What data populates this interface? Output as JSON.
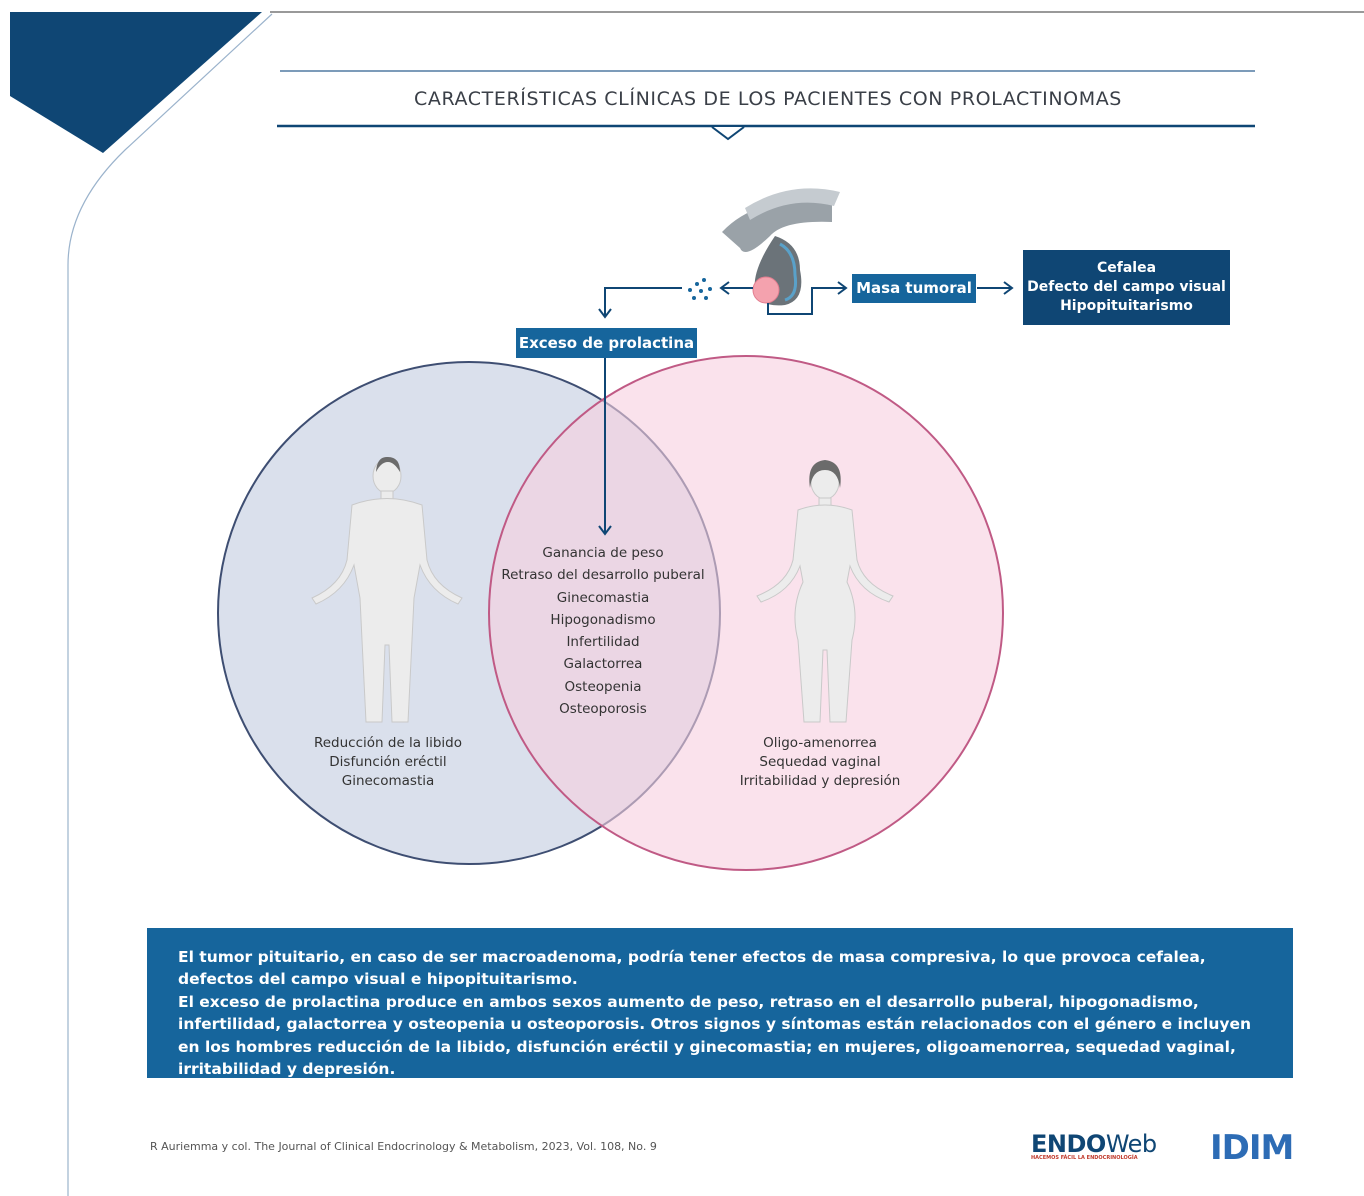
{
  "title": "CARACTERÍSTICAS CLÍNICAS DE LOS PACIENTES CON PROLACTINOMAS",
  "labels": {
    "mass": "Masa tumoral",
    "prolactin": "Exceso de prolactina"
  },
  "mass_effects": [
    "Cefalea",
    "Defecto del campo visual",
    "Hipopituitarismo"
  ],
  "shared_effects": [
    "Ganancia de peso",
    "Retraso del desarrollo puberal",
    "Ginecomastia",
    "Hipogonadismo",
    "Infertilidad",
    "Galactorrea",
    "Osteopenia",
    "Osteoporosis"
  ],
  "male_effects": [
    "Reducción de la libido",
    "Disfunción eréctil",
    "Ginecomastia"
  ],
  "female_effects": [
    "Oligo-amenorrea",
    "Sequedad vaginal",
    "Irritabilidad y depresión"
  ],
  "summary": {
    "p1": "El tumor pituitario, en caso de ser macroadenoma, podría tener efectos de masa compresiva, lo que provoca cefalea, defectos del campo visual e hipopituitarismo.",
    "p2": "El exceso de prolactina produce en ambos sexos aumento de peso, retraso en el desarrollo puberal, hipogonadismo, infertilidad, galactorrea y osteopenia u osteoporosis. Otros signos y síntomas están relacionados con el género e incluyen en los hombres reducción de la libido, disfunción eréctil y ginecomastia; en mujeres, oligoamenorrea, sequedad vaginal, irritabilidad y depresión."
  },
  "citation": "R Auriemma y col. The Journal of Clinical Endocrinology & Metabolism, 2023, Vol. 108, No. 9",
  "logos": {
    "endo_bold": "ENDO",
    "endo_light": "Web",
    "endo_tagline": "HACEMOS FÁCIL LA ENDOCRINOLOGÍA",
    "idim": "IDIM"
  },
  "colors": {
    "navy": "#0f4674",
    "blue": "#16659c",
    "male_circle": "#d3dbe9",
    "female_circle": "#f6d3e2"
  }
}
